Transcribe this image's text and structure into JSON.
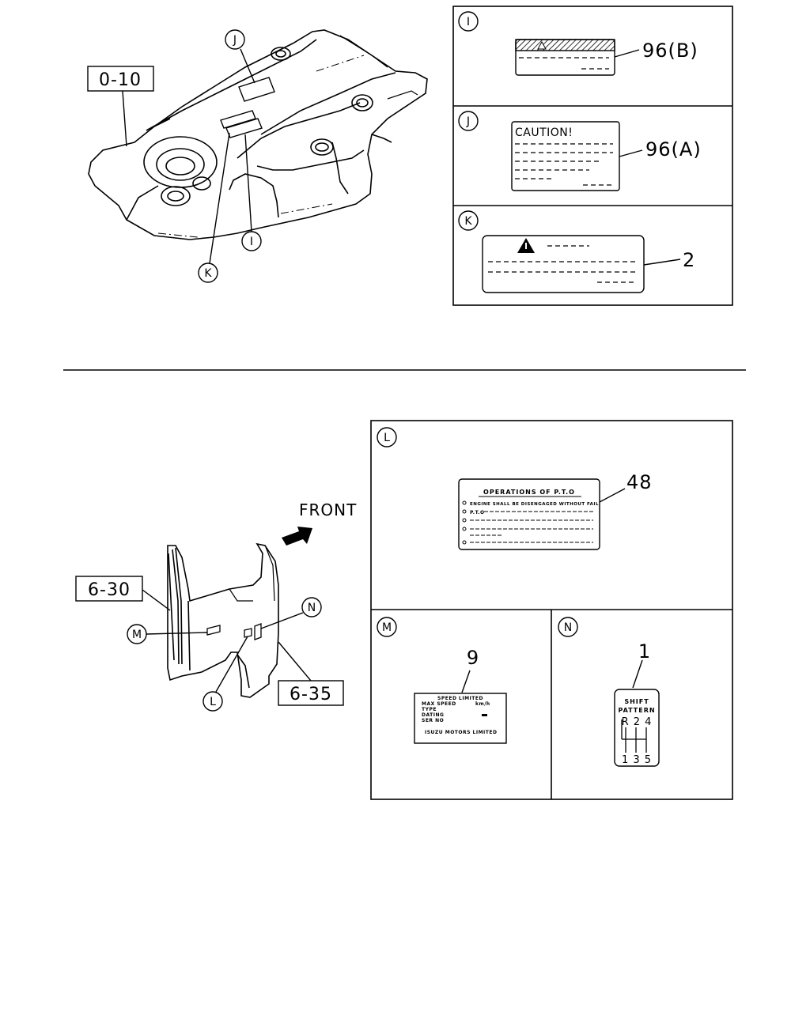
{
  "top_section": {
    "assembly_ref": "0-10",
    "callouts": {
      "i": "I",
      "j": "J",
      "k": "K"
    },
    "panels": [
      {
        "id": "I",
        "caption": "",
        "part_number": "96(B)"
      },
      {
        "id": "J",
        "caption": "CAUTION!",
        "part_number": "96(A)"
      },
      {
        "id": "K",
        "caption": "",
        "part_number": "2"
      }
    ]
  },
  "bottom_section": {
    "direction_label": "FRONT",
    "assembly_refs": {
      "left": "6-30",
      "right": "6-35"
    },
    "callouts": {
      "l": "L",
      "m": "M",
      "n": "N"
    },
    "panels": [
      {
        "id": "L",
        "part_number": "48",
        "title": "OPERATIONS OF P.T.O",
        "line1": "ENGINE SHALL BE DISENGAGED WITHOUT FAIL",
        "line2": "P.T.O"
      },
      {
        "id": "M",
        "part_number": "9",
        "title": "SPEED LIMITED",
        "rows": [
          "MAX SPEED",
          "TYPE",
          "DATING",
          "SER NO"
        ],
        "unit": "km/h",
        "footer": "ISUZU MOTORS LIMITED"
      },
      {
        "id": "N",
        "part_number": "1",
        "title1": "SHIFT",
        "title2": "PATTERN",
        "top_row": "R 2 4",
        "bottom_row": "1 3 5"
      }
    ]
  }
}
